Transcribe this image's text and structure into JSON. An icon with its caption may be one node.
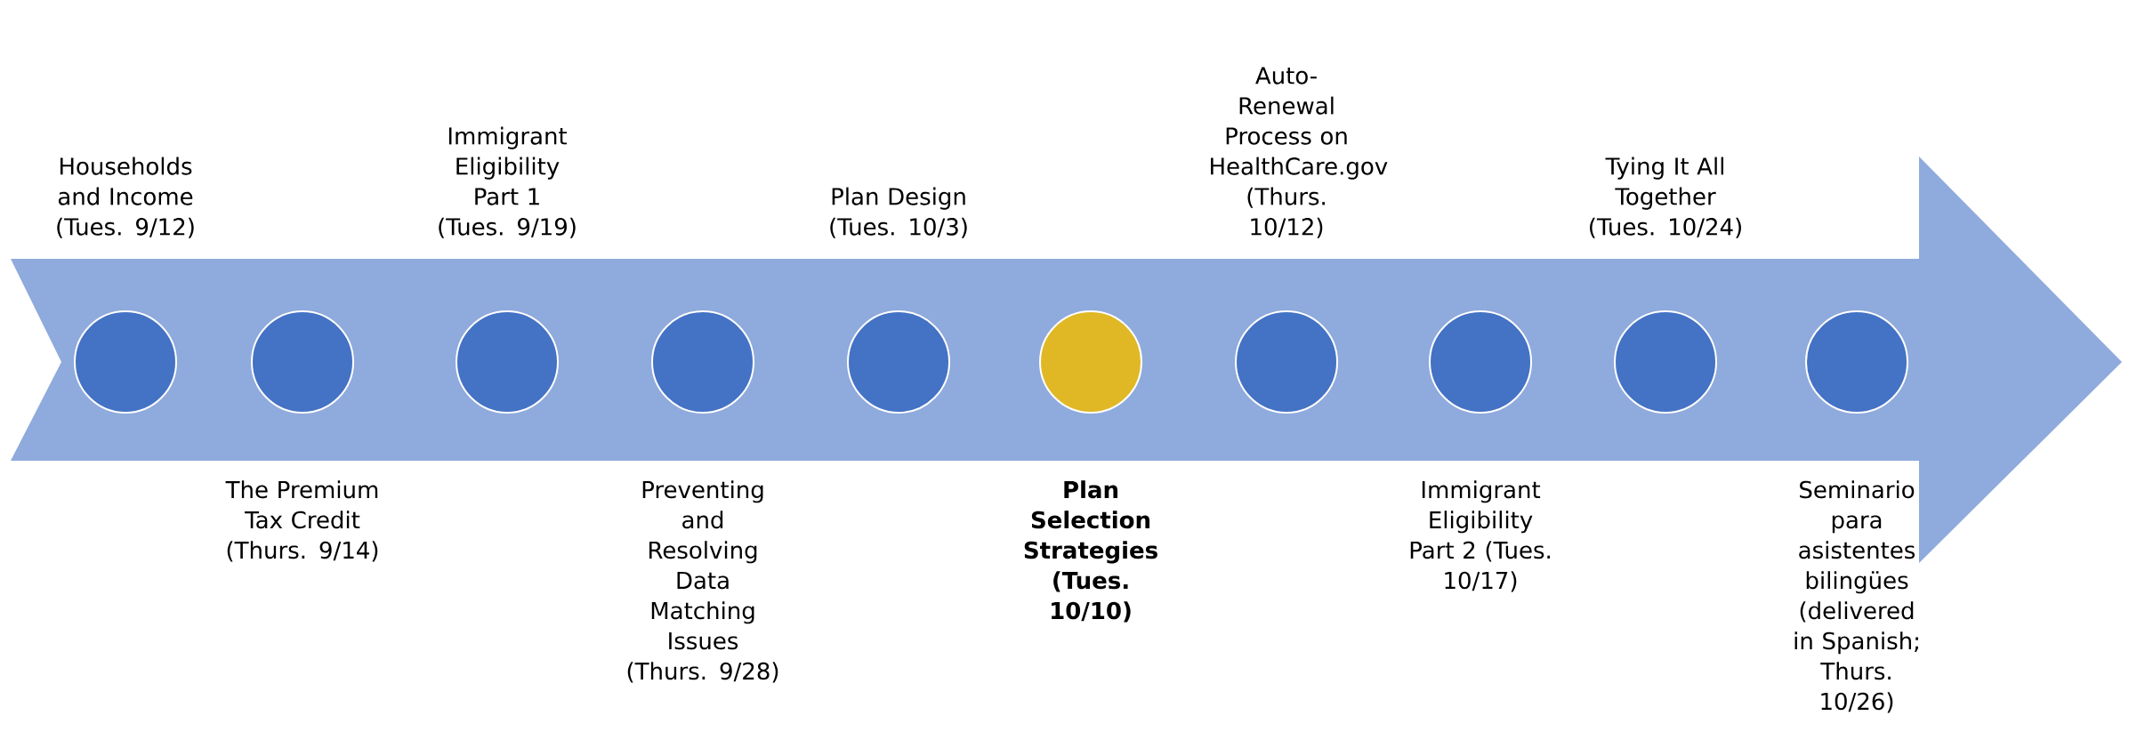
{
  "diagram": {
    "nodes": [
      {
        "text": [],
        "shape": "circle",
        "beside": [
          "Households and Income (Tues. 9/12)"
        ]
      },
      {
        "text": [],
        "shape": "circle",
        "beside": [
          "The Premium Tax Credit (Thurs. 9/14)"
        ]
      },
      {
        "text": [],
        "shape": "circle",
        "beside": [
          "Immigrant Eligibility Part 1 (Tues. 9/19)"
        ]
      },
      {
        "text": [],
        "shape": "circle",
        "beside": [
          "Preventing and Resolving Data Matching Issues (Thurs. 9/28)"
        ]
      },
      {
        "text": [],
        "shape": "circle",
        "beside": [
          "Plan Design (Tues. 10/3)"
        ]
      },
      {
        "text": [],
        "shape": "circle",
        "beside": [
          "Plan Selection Strategies (Tues. 10/10)"
        ]
      },
      {
        "text": [],
        "shape": "circle",
        "beside": [
          "Auto-Renewal Process on HealthCare.gov (Thurs. 10/12)"
        ]
      },
      {
        "text": [],
        "shape": "circle",
        "beside": [
          "Immigrant Eligibility Part 2 (Tues. 10/17)"
        ]
      },
      {
        "text": [],
        "shape": "circle",
        "beside": [
          "Tying It All Together (Tues. 10/24)"
        ]
      },
      {
        "text": [],
        "shape": "circle",
        "beside": [
          "Seminario para asistentes bilingües (delivered in Spanish; Thurs. 10/26)"
        ]
      }
    ]
  }
}
